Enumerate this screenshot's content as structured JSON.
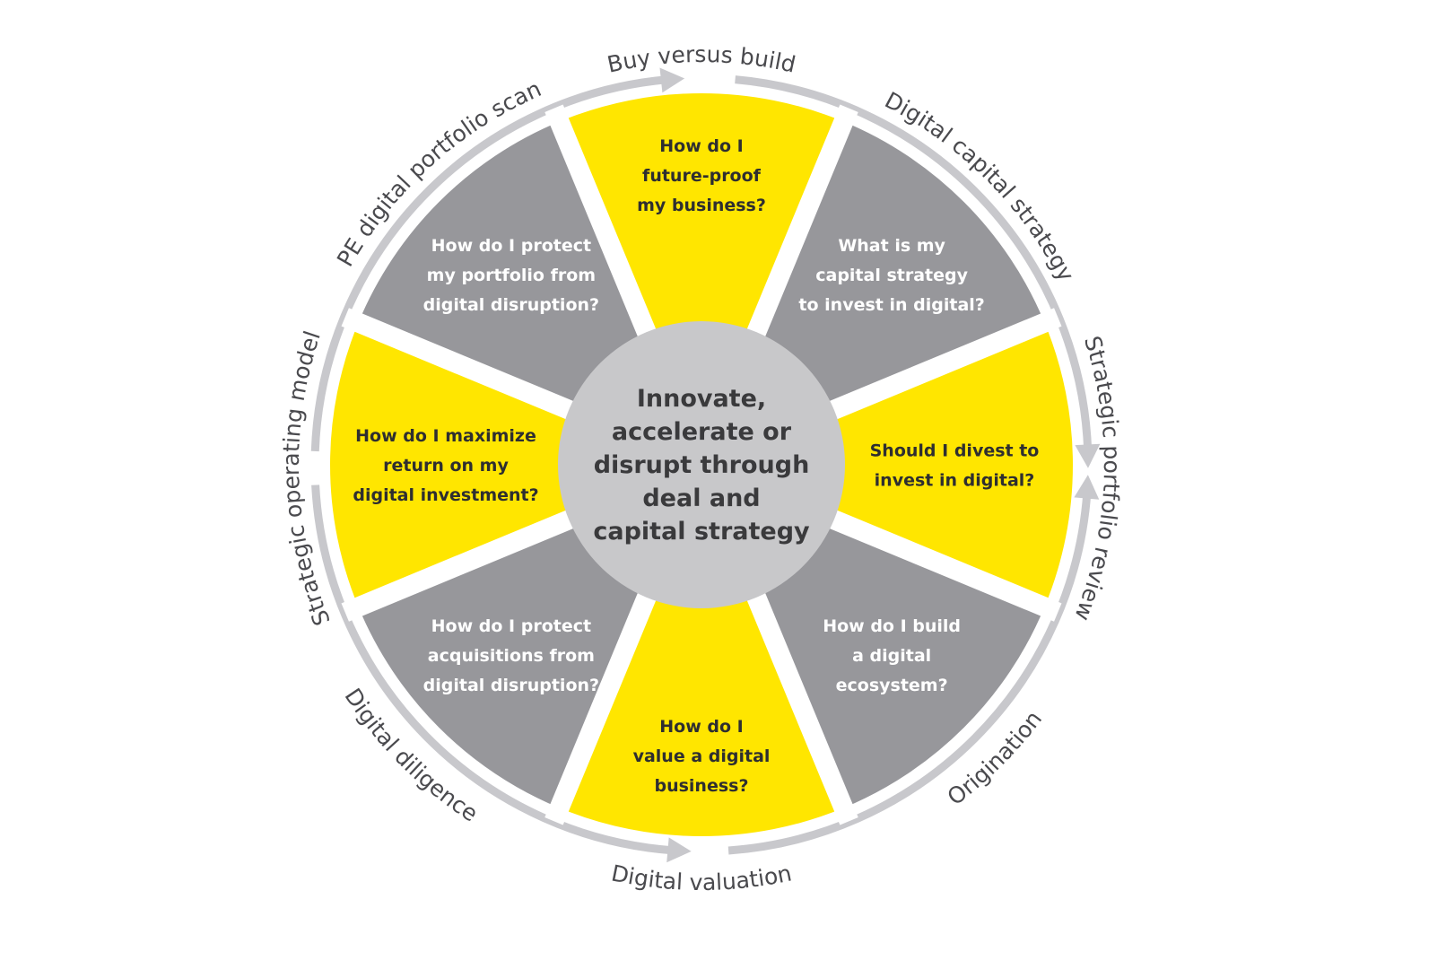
{
  "colors": {
    "yellow": "#FFE600",
    "gray": "#97979B",
    "center": "#C8C8CA",
    "ring": "#C8C8CC",
    "dark_text": "#2E2E30",
    "light_text": "#FFFFFF"
  },
  "center": {
    "lines": [
      "Innovate,",
      "accelerate or",
      "disrupt through",
      "deal and",
      "capital strategy"
    ]
  },
  "wedges": [
    {
      "id": "future-proof",
      "color": "yellow",
      "lines": [
        "How do I",
        "future-proof",
        "my business?"
      ]
    },
    {
      "id": "capital-strategy",
      "color": "gray",
      "lines": [
        "What is my",
        "capital strategy",
        "to invest in digital?"
      ]
    },
    {
      "id": "divest",
      "color": "yellow",
      "lines": [
        "Should I divest to",
        "invest in digital?"
      ]
    },
    {
      "id": "ecosystem",
      "color": "gray",
      "lines": [
        "How do I build",
        "a digital",
        "ecosystem?"
      ]
    },
    {
      "id": "value",
      "color": "yellow",
      "lines": [
        "How do I",
        "value a digital",
        "business?"
      ]
    },
    {
      "id": "protect-acquisitions",
      "color": "gray",
      "lines": [
        "How do I protect",
        "acquisitions from",
        "digital disruption?"
      ]
    },
    {
      "id": "maximize-return",
      "color": "yellow",
      "lines": [
        "How do I maximize",
        "return on my",
        "digital investment?"
      ]
    },
    {
      "id": "protect-portfolio",
      "color": "gray",
      "lines": [
        "How do I protect",
        "my portfolio from",
        "digital disruption?"
      ]
    }
  ],
  "ring_labels": [
    {
      "text": "Buy versus build"
    },
    {
      "text": "Digital capital strategy"
    },
    {
      "text": "Strategic portfolio review"
    },
    {
      "text": "Origination"
    },
    {
      "text": "Digital valuation"
    },
    {
      "text": "Digital diligence"
    },
    {
      "text": "Strategic operating model"
    },
    {
      "text": "PE digital portfolio scan"
    }
  ]
}
